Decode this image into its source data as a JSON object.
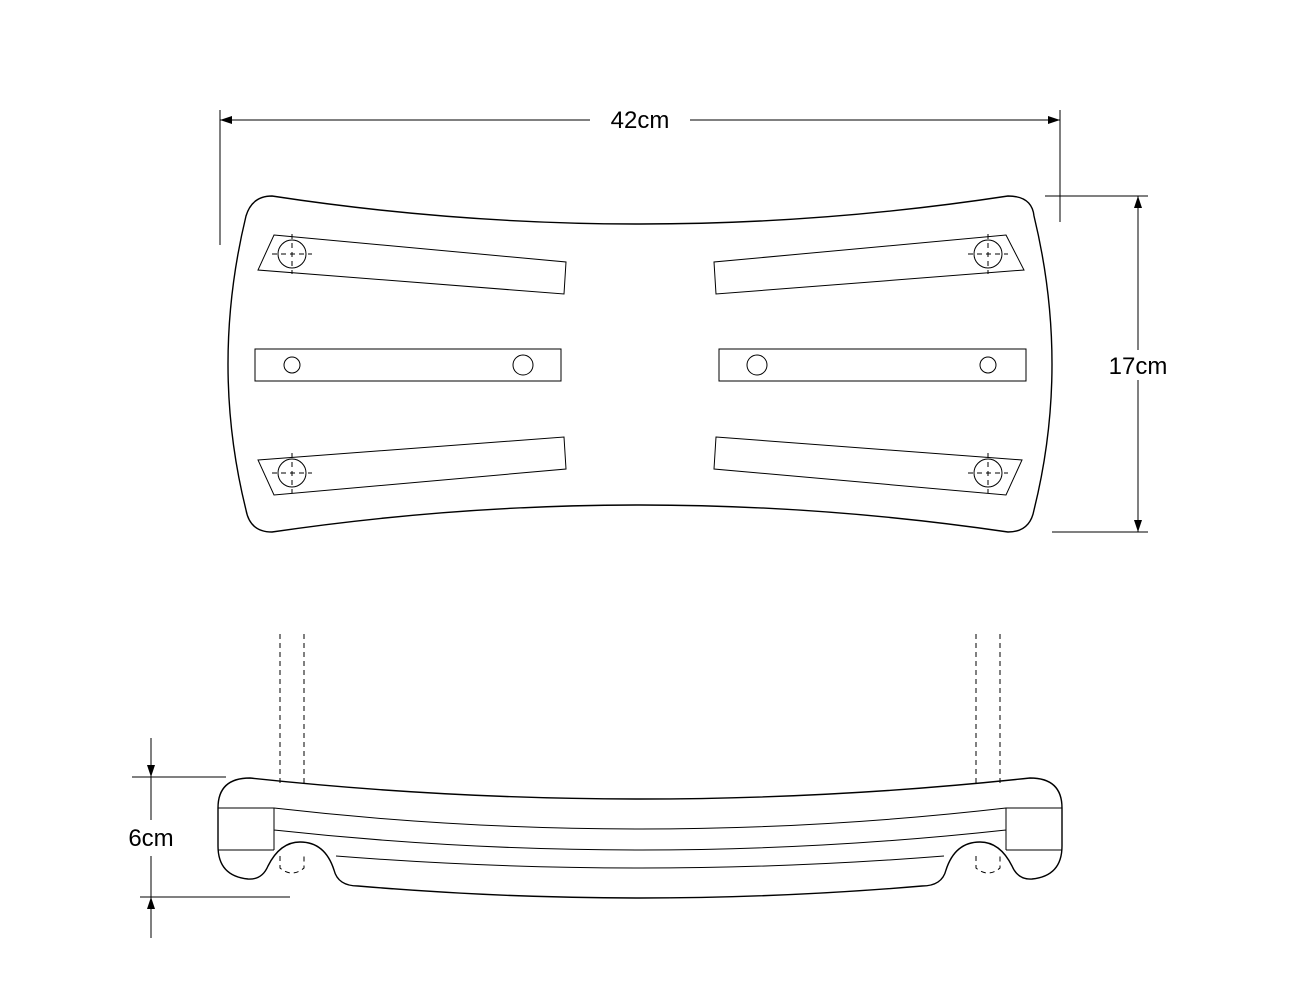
{
  "dimensions": {
    "width_label": "42cm",
    "height_label": "17cm",
    "thickness_label": "6cm"
  }
}
